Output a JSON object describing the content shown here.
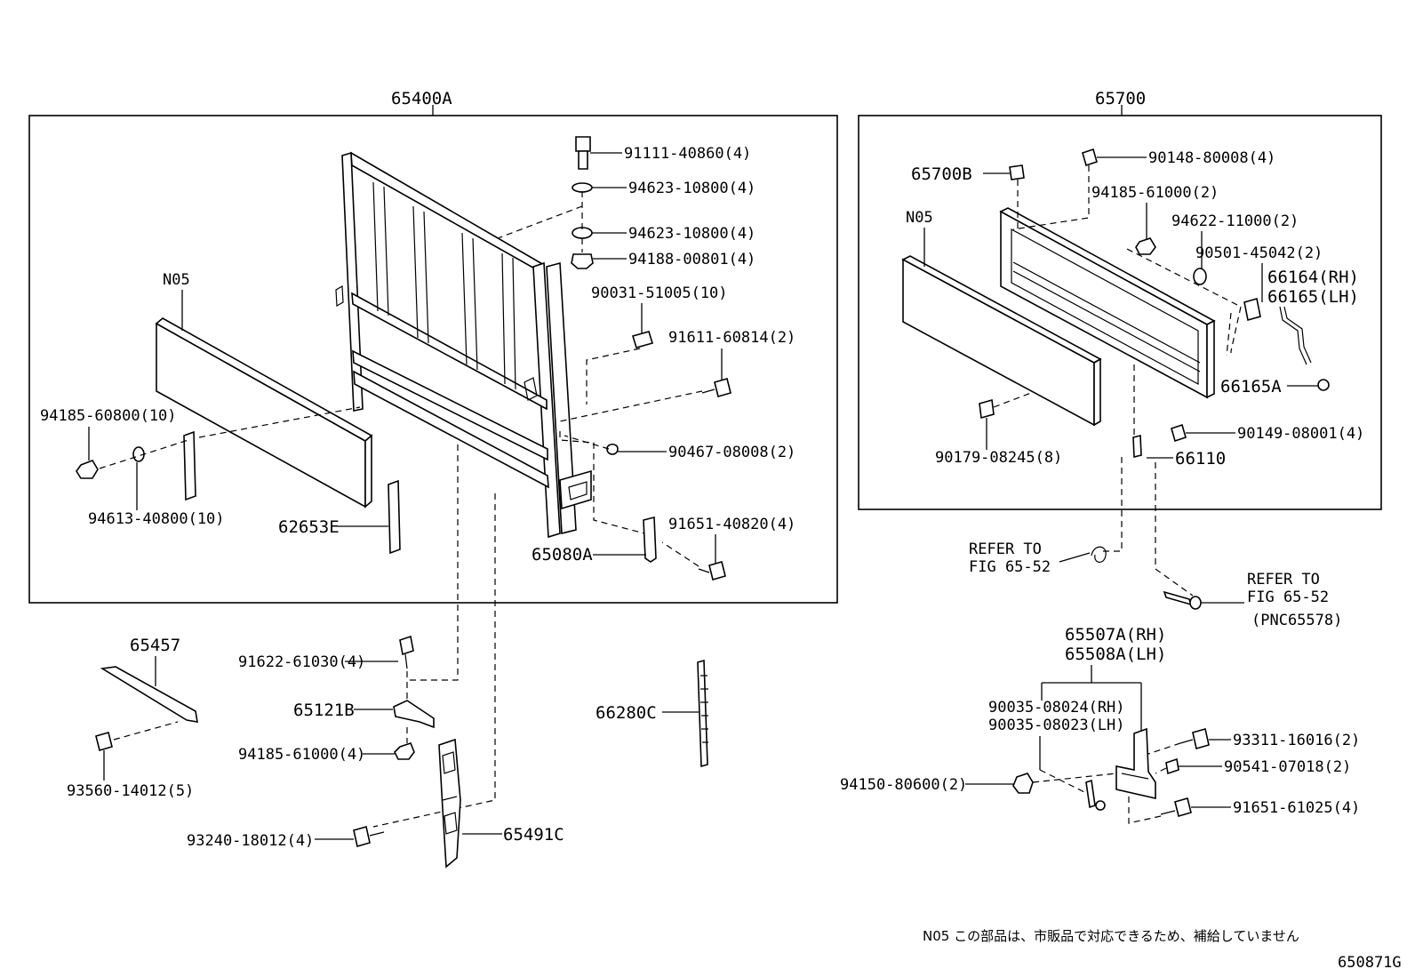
{
  "groups": {
    "left_title": "65400A",
    "right_title": "65700"
  },
  "labels": {
    "p91111": "91111-40860(4)",
    "p94623a": "94623-10800(4)",
    "p94623b": "94623-10800(4)",
    "p94188": "94188-00801(4)",
    "p90031": "90031-51005(10)",
    "p91611": "91611-60814(2)",
    "n05_left": "N05",
    "p94185_60800": "94185-60800(10)",
    "p94613": "94613-40800(10)",
    "p62653E": "62653E",
    "p90467": "90467-08008(2)",
    "p91651_40820": "91651-40820(4)",
    "p65080A": "65080A",
    "p90148": "90148-80008(4)",
    "p65700B": "65700B",
    "n05_right": "N05",
    "p94185_61000_r": "94185-61000(2)",
    "p94622": "94622-11000(2)",
    "p90501": "90501-45042(2)",
    "p66164": "66164(RH)",
    "p66165": "66165(LH)",
    "p66165A": "66165A",
    "p90149": "90149-08001(4)",
    "p66110": "66110",
    "p90179": "90179-08245(8)",
    "refer1_a": "REFER TO",
    "refer1_b": "FIG 65-52",
    "refer2_a": "REFER TO",
    "refer2_b": "FIG 65-52",
    "refer2_c": "(PNC65578)",
    "p65457": "65457",
    "p93560": "93560-14012(5)",
    "p91622": "91622-61030(4)",
    "p65121B": "65121B",
    "p94185_61000_l": "94185-61000(4)",
    "p93240": "93240-18012(4)",
    "p65491C": "65491C",
    "p66280C": "66280C",
    "p65507A": "65507A(RH)",
    "p65508A": "65508A(LH)",
    "p90035a": "90035-08024(RH)",
    "p90035b": "90035-08023(LH)",
    "p93311": "93311-16016(2)",
    "p90541": "90541-07018(2)",
    "p94150": "94150-80600(2)",
    "p91651_61025": "91651-61025(4)"
  },
  "footnote": "N05  この部品は、市販品で対応できるため、補給していません",
  "figure_id": "650871G"
}
